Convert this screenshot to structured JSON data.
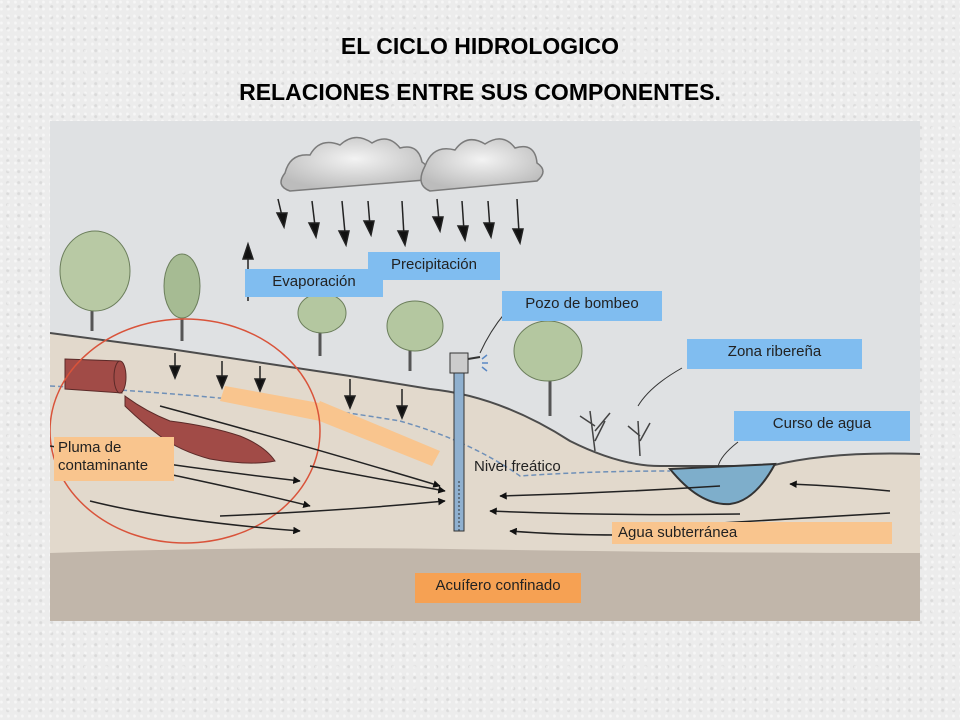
{
  "title": {
    "line1": "EL CICLO HIDROLOGICO",
    "line2": "RELACIONES ENTRE SUS COMPONENTES."
  },
  "labels": {
    "evaporacion": "Evaporación",
    "precipitacion": "Precipitación",
    "pozo": "Pozo de bombeo",
    "zona_ribereña": "Zona ribereña",
    "curso_agua": "Curso de agua",
    "pluma": "Pluma de contaminante",
    "nivel_freatico": "Nivel freático",
    "agua_subterranea": "Agua subterránea",
    "acuifero": "Acuífero confinado"
  },
  "colors": {
    "label_blue": "#80bdf0",
    "label_orange": "#f9c58e",
    "label_dark_orange": "#f6a153",
    "contaminant": "#a14b47",
    "circle": "#d9533a"
  }
}
